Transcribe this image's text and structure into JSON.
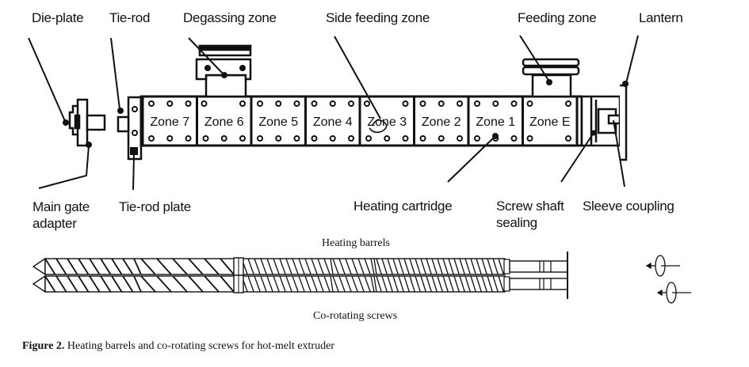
{
  "figure": {
    "number_label": "Figure 2.",
    "caption": "Heating barrels and co-rotating screws for hot-melt extruder"
  },
  "panels": {
    "barrels_caption": "Heating barrels",
    "screws_caption": "Co-rotating screws"
  },
  "callouts": {
    "die_plate": "Die-plate",
    "tie_rod": "Tie-rod",
    "degassing_zone": "Degassing zone",
    "side_feeding_zone": "Side feeding zone",
    "feeding_zone": "Feeding zone",
    "lantern": "Lantern",
    "main_gate_adapter_line1": "Main  gate",
    "main_gate_adapter_line2": "adapter",
    "tie_rod_plate": "Tie-rod plate",
    "heating_cartridge": "Heating cartridge",
    "screw_shaft_sealing_line1": "Screw shaft",
    "screw_shaft_sealing_line2": "sealing",
    "sleeve_coupling": "Sleeve coupling"
  },
  "zones": [
    "Zone 7",
    "Zone 6",
    "Zone 5",
    "Zone 4",
    "Zone 3",
    "Zone 2",
    "Zone 1",
    "Zone E"
  ],
  "rotation_symbols": [
    "rotation-arrow-upper",
    "rotation-arrow-lower"
  ]
}
